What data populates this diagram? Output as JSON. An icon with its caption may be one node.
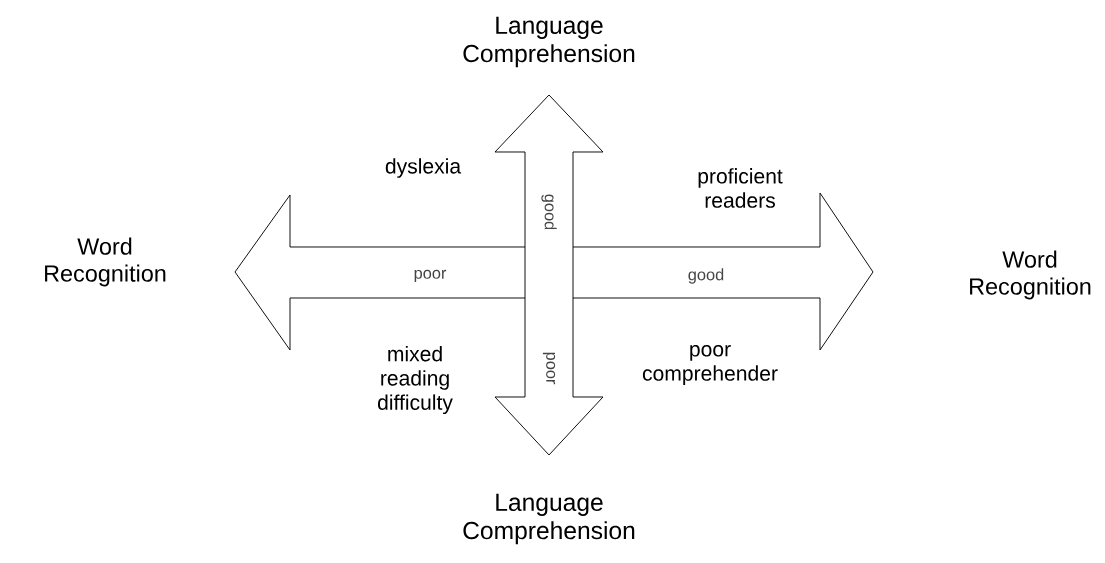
{
  "diagram": {
    "labels": [
      "Language Comprehension",
      "dyslexia",
      "proficient readers",
      "good",
      "Word Recognition",
      "poor",
      "good",
      "Word Recognition",
      "mixed reading difficulty",
      "poor",
      "poor comprehender",
      "Language Comprehension"
    ]
  }
}
